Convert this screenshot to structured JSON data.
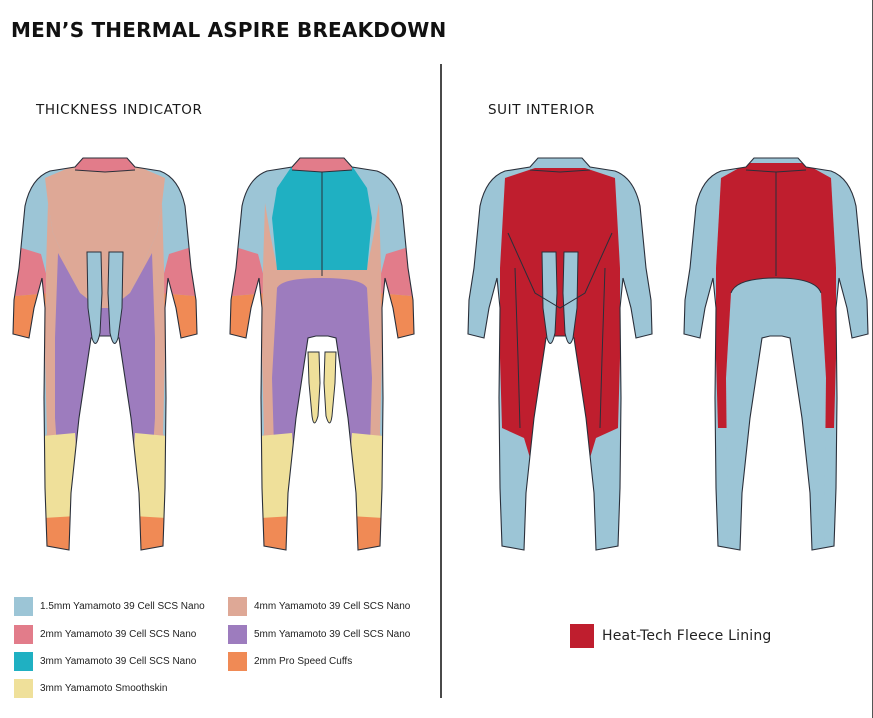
{
  "title": "MEN’S THERMAL ASPIRE BREAKDOWN",
  "left_section": {
    "heading": "THICKNESS INDICATOR",
    "legend": [
      {
        "label": "1.5mm Yamamoto 39 Cell SCS Nano",
        "color": "#9cc5d6"
      },
      {
        "label": "2mm Yamamoto 39 Cell SCS Nano",
        "color": "#e27c8a"
      },
      {
        "label": "3mm Yamamoto 39 Cell SCS Nano",
        "color": "#1fb0c2"
      },
      {
        "label": "3mm Yamamoto Smoothskin",
        "color": "#efe09a"
      },
      {
        "label": "4mm Yamamoto 39 Cell SCS Nano",
        "color": "#dea896"
      },
      {
        "label": "5mm Yamamoto 39 Cell SCS Nano",
        "color": "#9d7cbe"
      },
      {
        "label": "2mm Pro Speed Cuffs",
        "color": "#f08a55"
      }
    ]
  },
  "right_section": {
    "heading": "SUIT INTERIOR",
    "legend": [
      {
        "label": "Heat-Tech Fleece Lining",
        "color": "#bf1e2e"
      }
    ]
  }
}
